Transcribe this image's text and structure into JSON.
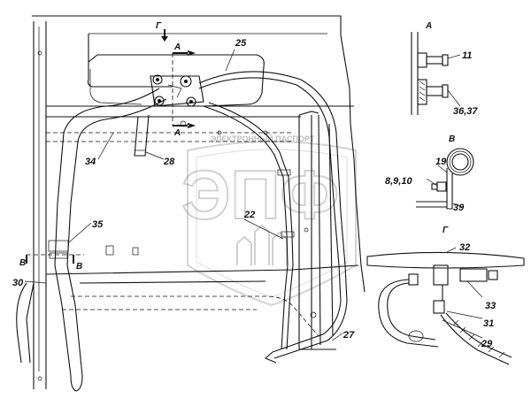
{
  "watermark": {
    "logo_text": "ЭПФ",
    "arc_text": "ЭЛЕКТРОННЫЙ ПАСПОРТ"
  },
  "callouts": {
    "c11": "11",
    "c19": "19",
    "c22": "22",
    "c25": "25",
    "c27": "27",
    "c28": "28",
    "c29": "29",
    "c30": "30",
    "c31": "31",
    "c32": "32",
    "c33": "33",
    "c34": "34",
    "c35": "35",
    "c36_37": "36,37",
    "c39": "39",
    "c8_9_10": "8,9,10"
  },
  "section_marks": {
    "A_top": "А",
    "A_bottom": "А",
    "A_view": "А",
    "G_top": "Г",
    "G_view": "Г",
    "V_left": "В",
    "V_right": "В",
    "V_view": "В"
  }
}
